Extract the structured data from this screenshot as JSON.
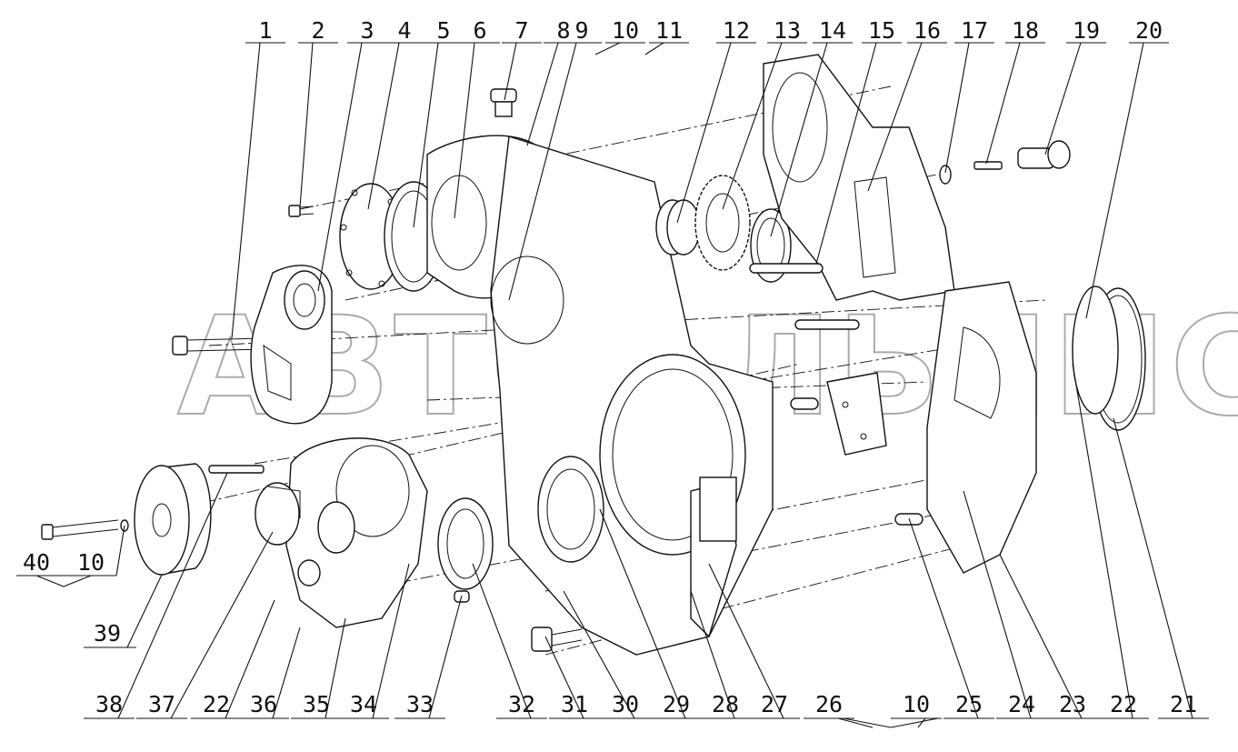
{
  "watermark": "АВТОАЛЬЯНС",
  "callouts_top": [
    "1",
    "2",
    "3",
    "4",
    "5",
    "6",
    "7",
    "8",
    "9",
    "10",
    "11",
    "12",
    "13",
    "14",
    "15",
    "16",
    "17",
    "18",
    "19",
    "20"
  ],
  "callouts_bottom": [
    "38",
    "37",
    "22",
    "36",
    "35",
    "34",
    "33",
    "32",
    "31",
    "30",
    "29",
    "28",
    "27",
    "26",
    "10",
    "25",
    "24",
    "23",
    "22",
    "21"
  ],
  "callouts_side": [
    "40",
    "10",
    "39"
  ]
}
